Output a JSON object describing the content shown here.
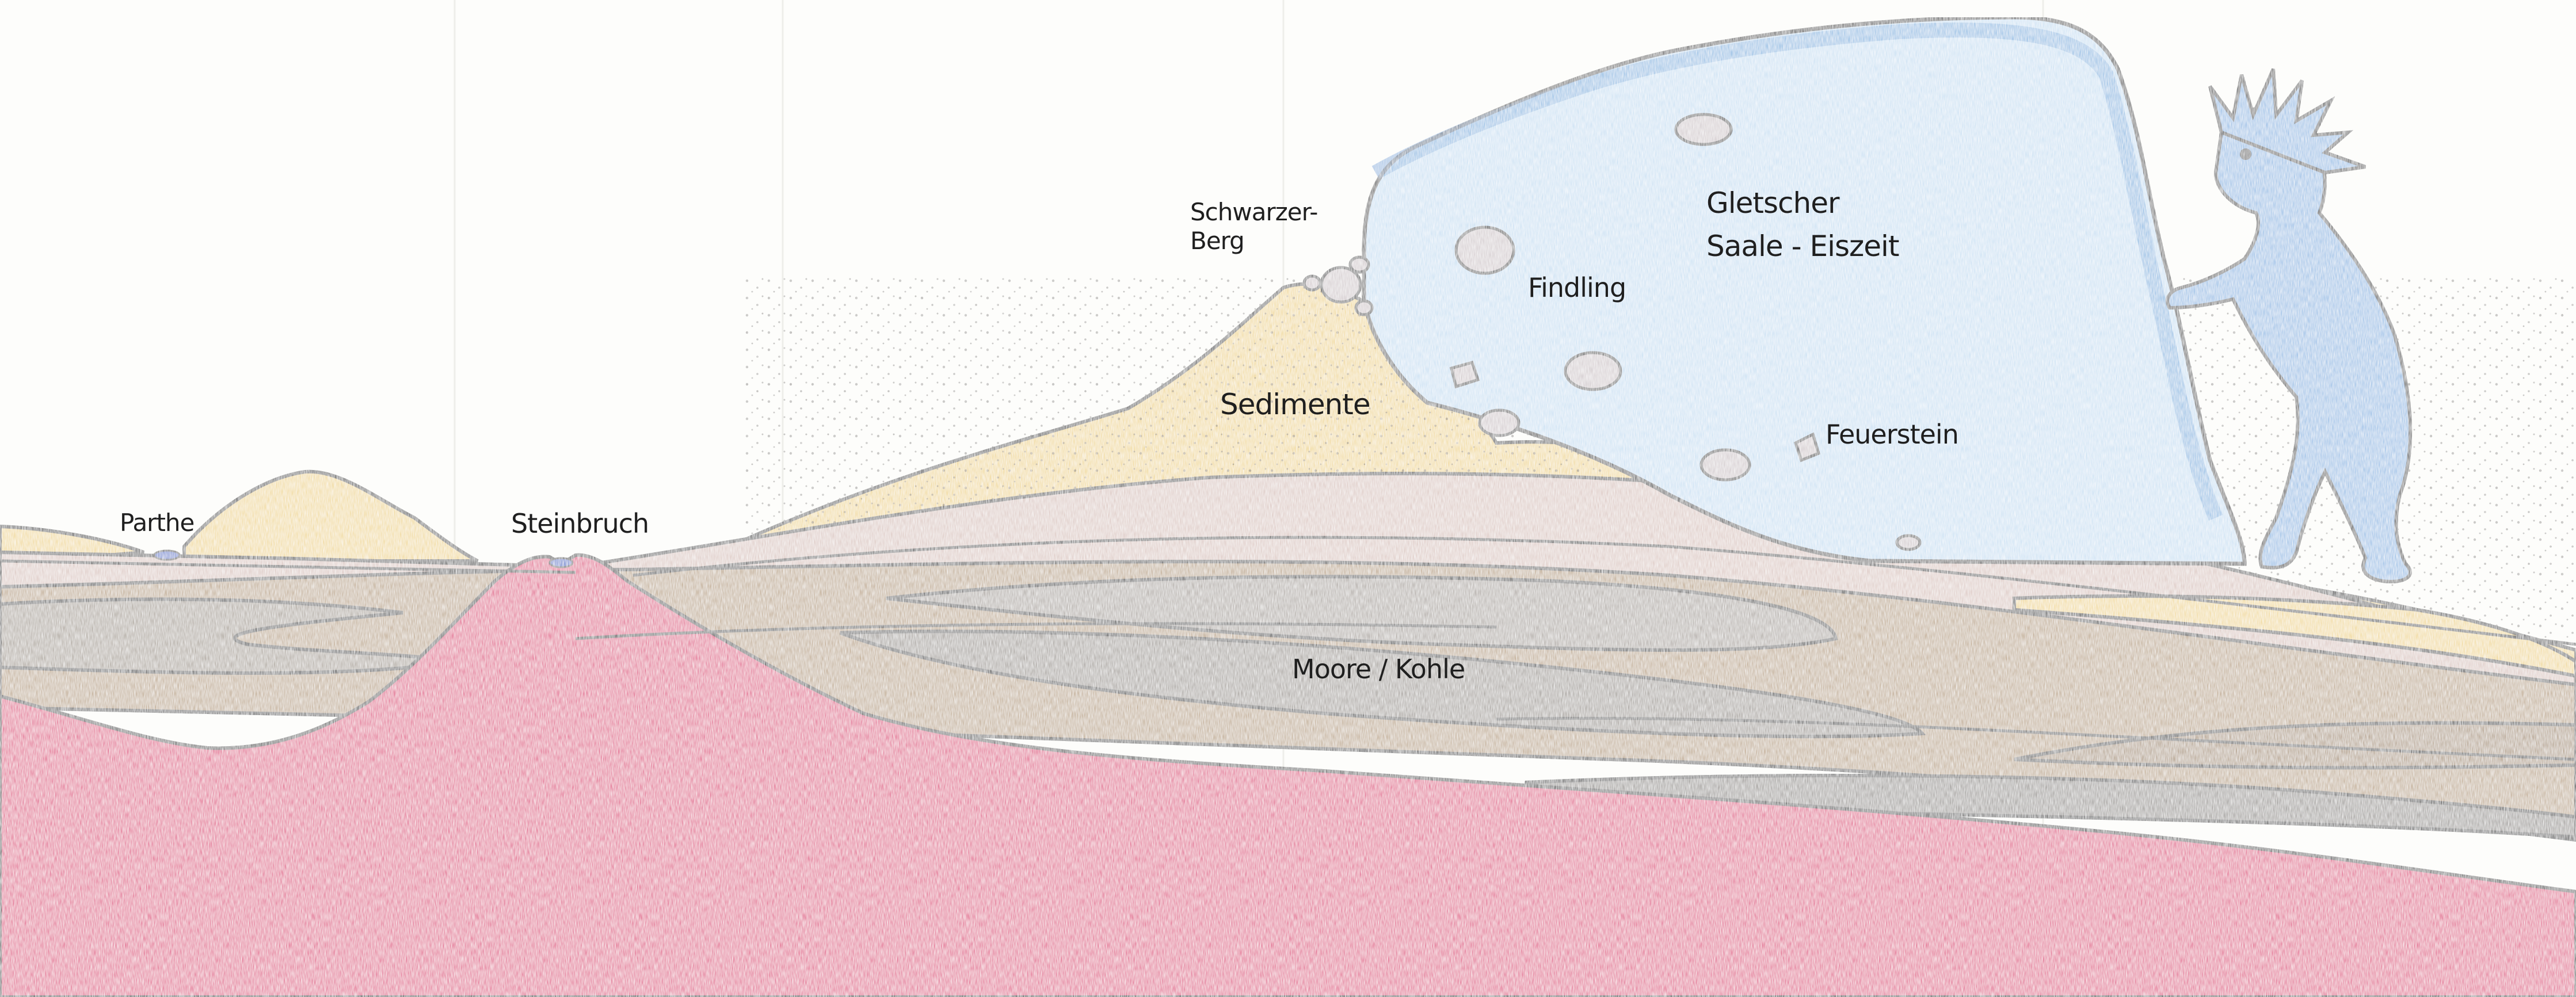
{
  "labels": {
    "parthe": "Parthe",
    "steinbruch": "Steinbruch",
    "schwarzer_berg_line1": "Schwarzer-",
    "schwarzer_berg_line2": "Berg",
    "sedimente": "Sedimente",
    "findling": "Findling",
    "gletscher_line1": "Gletscher",
    "gletscher_line2": "Saale - Eiszeit",
    "feuerstein": "Feuerstein",
    "moore_kohle": "Moore / Kohle"
  },
  "colors": {
    "bedrock_pink": "#e0457e",
    "sand_yellow": "#efd58a",
    "layer_mauve": "#d9c3bd",
    "layer_brown": "#b59a7a",
    "layer_grey": "#9e9a95",
    "glacier_blue": "#b9d7ef",
    "glacier_edge": "#4f97d6",
    "figure_blue": "#6fa7d9",
    "water_blue": "#2f63c8",
    "stone_grey": "#c9c2c4",
    "outline": "#151515"
  }
}
